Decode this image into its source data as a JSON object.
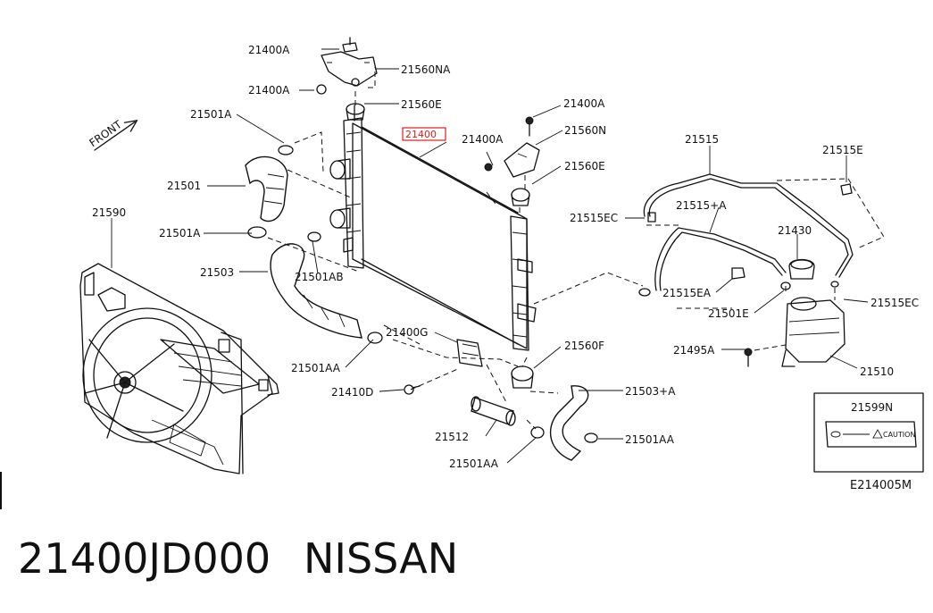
{
  "labels": {
    "l_21400A_top": "21400A",
    "l_21560NA": "21560NA",
    "l_21400A_2": "21400A",
    "l_21560E_top": "21560E",
    "l_21501A_top": "21501A",
    "l_21400_hl": "21400",
    "l_21400A_r1": "21400A",
    "l_21560N": "21560N",
    "l_21400A_r2": "21400A",
    "l_21560E_r": "21560E",
    "l_21515": "21515",
    "l_21515E": "21515E",
    "l_21501": "21501",
    "l_21590": "21590",
    "l_21501A_low": "21501A",
    "l_21515EC_l": "21515EC",
    "l_21515pA": "21515+A",
    "l_21430": "21430",
    "l_21501AB": "21501AB",
    "l_21503": "21503",
    "l_21515EA": "21515EA",
    "l_21501E": "21501E",
    "l_21515EC_r": "21515EC",
    "l_21400G": "21400G",
    "l_21560F": "21560F",
    "l_21495A": "21495A",
    "l_21501AA_l": "21501AA",
    "l_21510": "21510",
    "l_21410D": "21410D",
    "l_21503pA": "21503+A",
    "l_21599N": "21599N",
    "l_21512": "21512",
    "l_21501AA_r": "21501AA",
    "l_21501AA_b": "21501AA",
    "front": "FRONT",
    "caution": "CAUTION",
    "diagram_code": "E214005M"
  },
  "caption": {
    "part_number": "21400JD000",
    "brand": "NISSAN"
  },
  "colors": {
    "ink": "#111111",
    "highlight": "#e21b1b"
  }
}
